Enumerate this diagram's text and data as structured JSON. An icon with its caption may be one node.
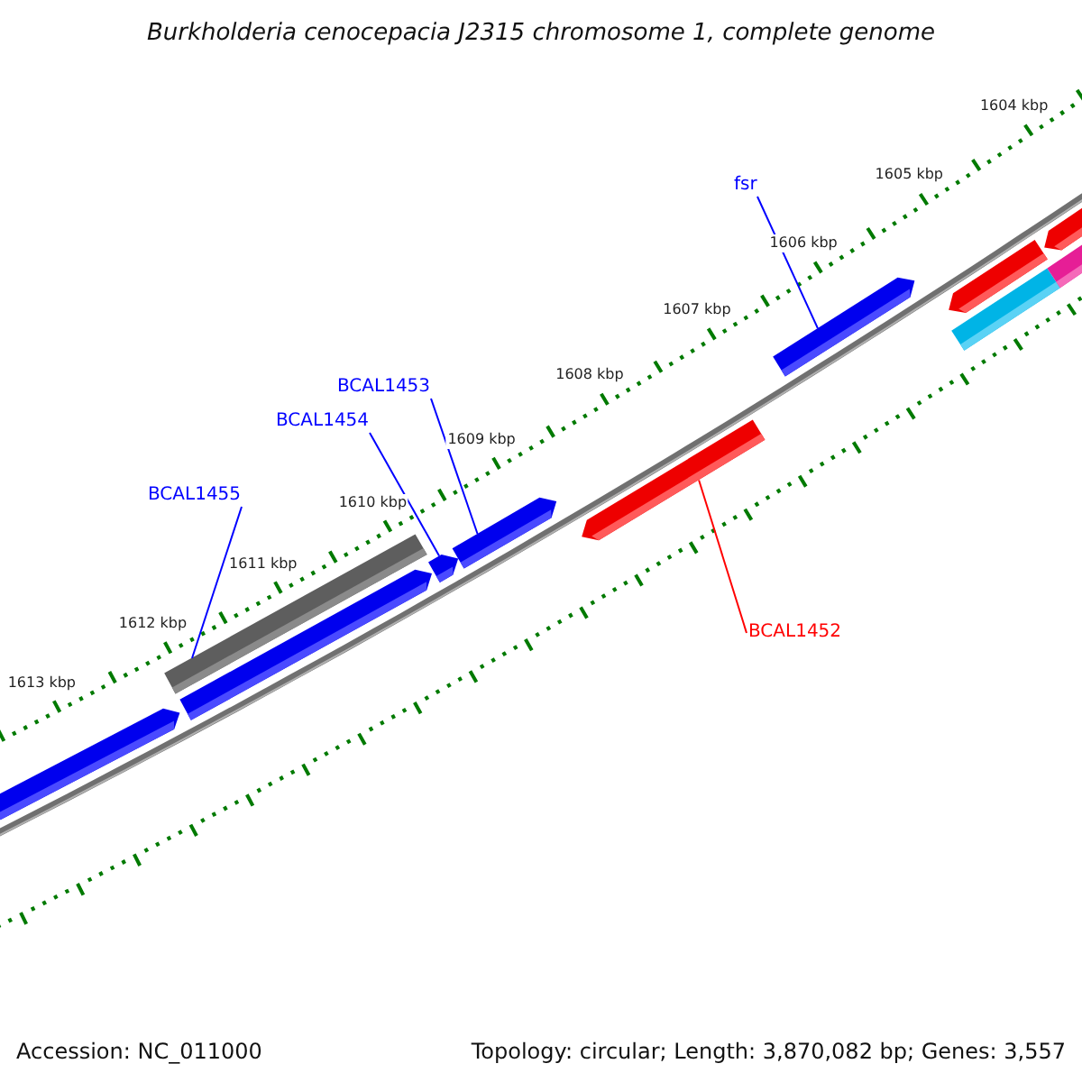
{
  "diagram": {
    "title": "Burkholderia cenocepacia J2315 chromosome 1, complete genome",
    "nodes": [
      {
        "text": [
          "fsr"
        ]
      },
      {
        "text": [
          "BCAL1453"
        ]
      },
      {
        "text": [
          "BCAL1454"
        ]
      },
      {
        "text": [
          "BCAL1455"
        ]
      },
      {
        "text": [
          "BCAL1452"
        ]
      },
      {
        "text": [],
        "shape": "bar"
      },
      {
        "text": [],
        "shape": "arrow"
      },
      {
        "text": [],
        "shape": "arrow"
      },
      {
        "text": [],
        "shape": "arrow"
      },
      {
        "text": [],
        "shape": "arrow"
      }
    ],
    "edges": [
      {
        "from": 0,
        "to": 9,
        "arrow": "none"
      },
      {
        "from": 1,
        "to": 7,
        "arrow": "none"
      },
      {
        "from": 2,
        "to": 6,
        "arrow": "none"
      },
      {
        "from": 3,
        "to": 5,
        "arrow": "none"
      },
      {
        "from": 4,
        "to": 8,
        "arrow": "none",
        "color": "#ff0000"
      }
    ],
    "labels": [
      "1604 kbp",
      "1605 kbp",
      "1606 kbp",
      "1607 kbp",
      "1608 kbp",
      "1609 kbp",
      "1610 kbp",
      "1611 kbp",
      "1612 kbp",
      "1613 kbp",
      "Accession: NC_011000",
      "Topology: circular; Length: 3,870,082 bp; Genes: 3,557"
    ]
  }
}
